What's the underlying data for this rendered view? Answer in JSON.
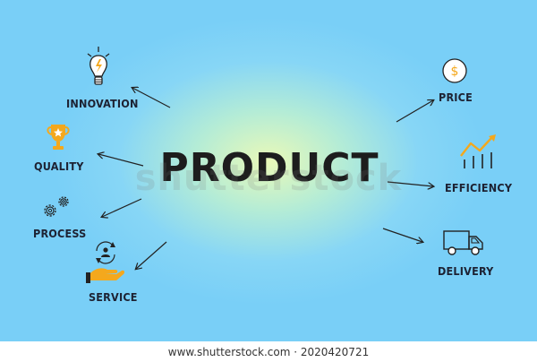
{
  "title": "PRODUCT",
  "nodes": {
    "innovation": {
      "label": "INNOVATION",
      "icon": "lightbulb-icon"
    },
    "quality": {
      "label": "QUALITY",
      "icon": "trophy-icon"
    },
    "process": {
      "label": "PROCESS",
      "icon": "gears-icon"
    },
    "service": {
      "label": "SERVICE",
      "icon": "hand-person-icon"
    },
    "price": {
      "label": "PRICE",
      "icon": "dollar-coin-icon"
    },
    "efficiency": {
      "label": "EFFICIENCY",
      "icon": "growth-chart-icon"
    },
    "delivery": {
      "label": "DELIVERY",
      "icon": "truck-icon"
    }
  },
  "watermark": {
    "overlay": "shutterstock",
    "footer": "www.shutterstock.com · 2020420721"
  },
  "colors": {
    "background": "#79cff7",
    "center_glow": "#e9f9b8",
    "accent": "#f4a81d",
    "ink": "#1d2233"
  }
}
